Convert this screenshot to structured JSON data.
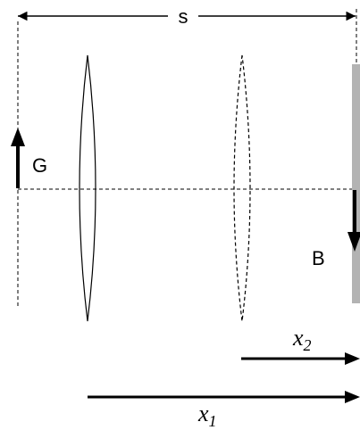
{
  "diagram": {
    "distance_label": "s",
    "object_label": "G",
    "image_label": "B",
    "x2_label": {
      "base": "x",
      "sub": "2"
    },
    "x1_label": {
      "base": "x",
      "sub": "1"
    }
  }
}
